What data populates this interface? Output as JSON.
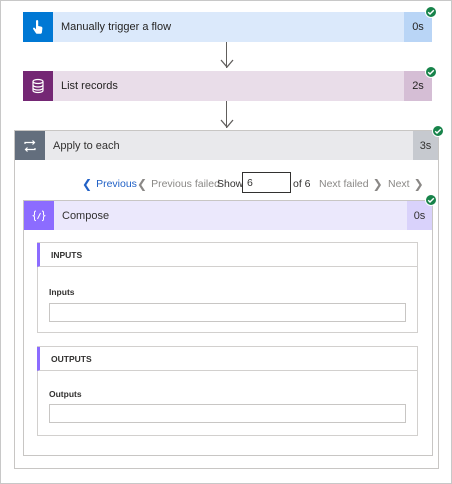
{
  "steps": {
    "trigger": {
      "title": "Manually trigger a flow",
      "duration": "0s",
      "color": "#0078d4",
      "header_bg": "#dbe9fb",
      "duration_bg": "#b9d5f6",
      "icon": "hand-pointer-icon",
      "status": "succeeded"
    },
    "list_records": {
      "title": "List records",
      "duration": "2s",
      "color": "#742774",
      "header_bg": "#e9dde9",
      "duration_bg": "#d5bed5",
      "icon": "database-icon",
      "status": "succeeded"
    }
  },
  "apply_to_each": {
    "title": "Apply to each",
    "duration": "3s",
    "icon": "loop-icon",
    "status": "succeeded",
    "pager": {
      "previous_label": "Previous",
      "previous_failed_label": "Previous failed",
      "show_label": "Show",
      "current_value": "6",
      "of_label": "of 6",
      "next_failed_label": "Next failed",
      "next_label": "Next"
    }
  },
  "compose": {
    "title": "Compose",
    "duration": "0s",
    "icon": "expression-icon",
    "inputs": {
      "section_title": "INPUTS",
      "field_label": "Inputs",
      "value": ""
    },
    "outputs": {
      "section_title": "OUTPUTS",
      "field_label": "Outputs",
      "value": ""
    }
  },
  "colors": {
    "success": "#17834a",
    "link": "#2161c6",
    "compose_accent": "#8c6cff",
    "loop_accent": "#636e7d"
  }
}
